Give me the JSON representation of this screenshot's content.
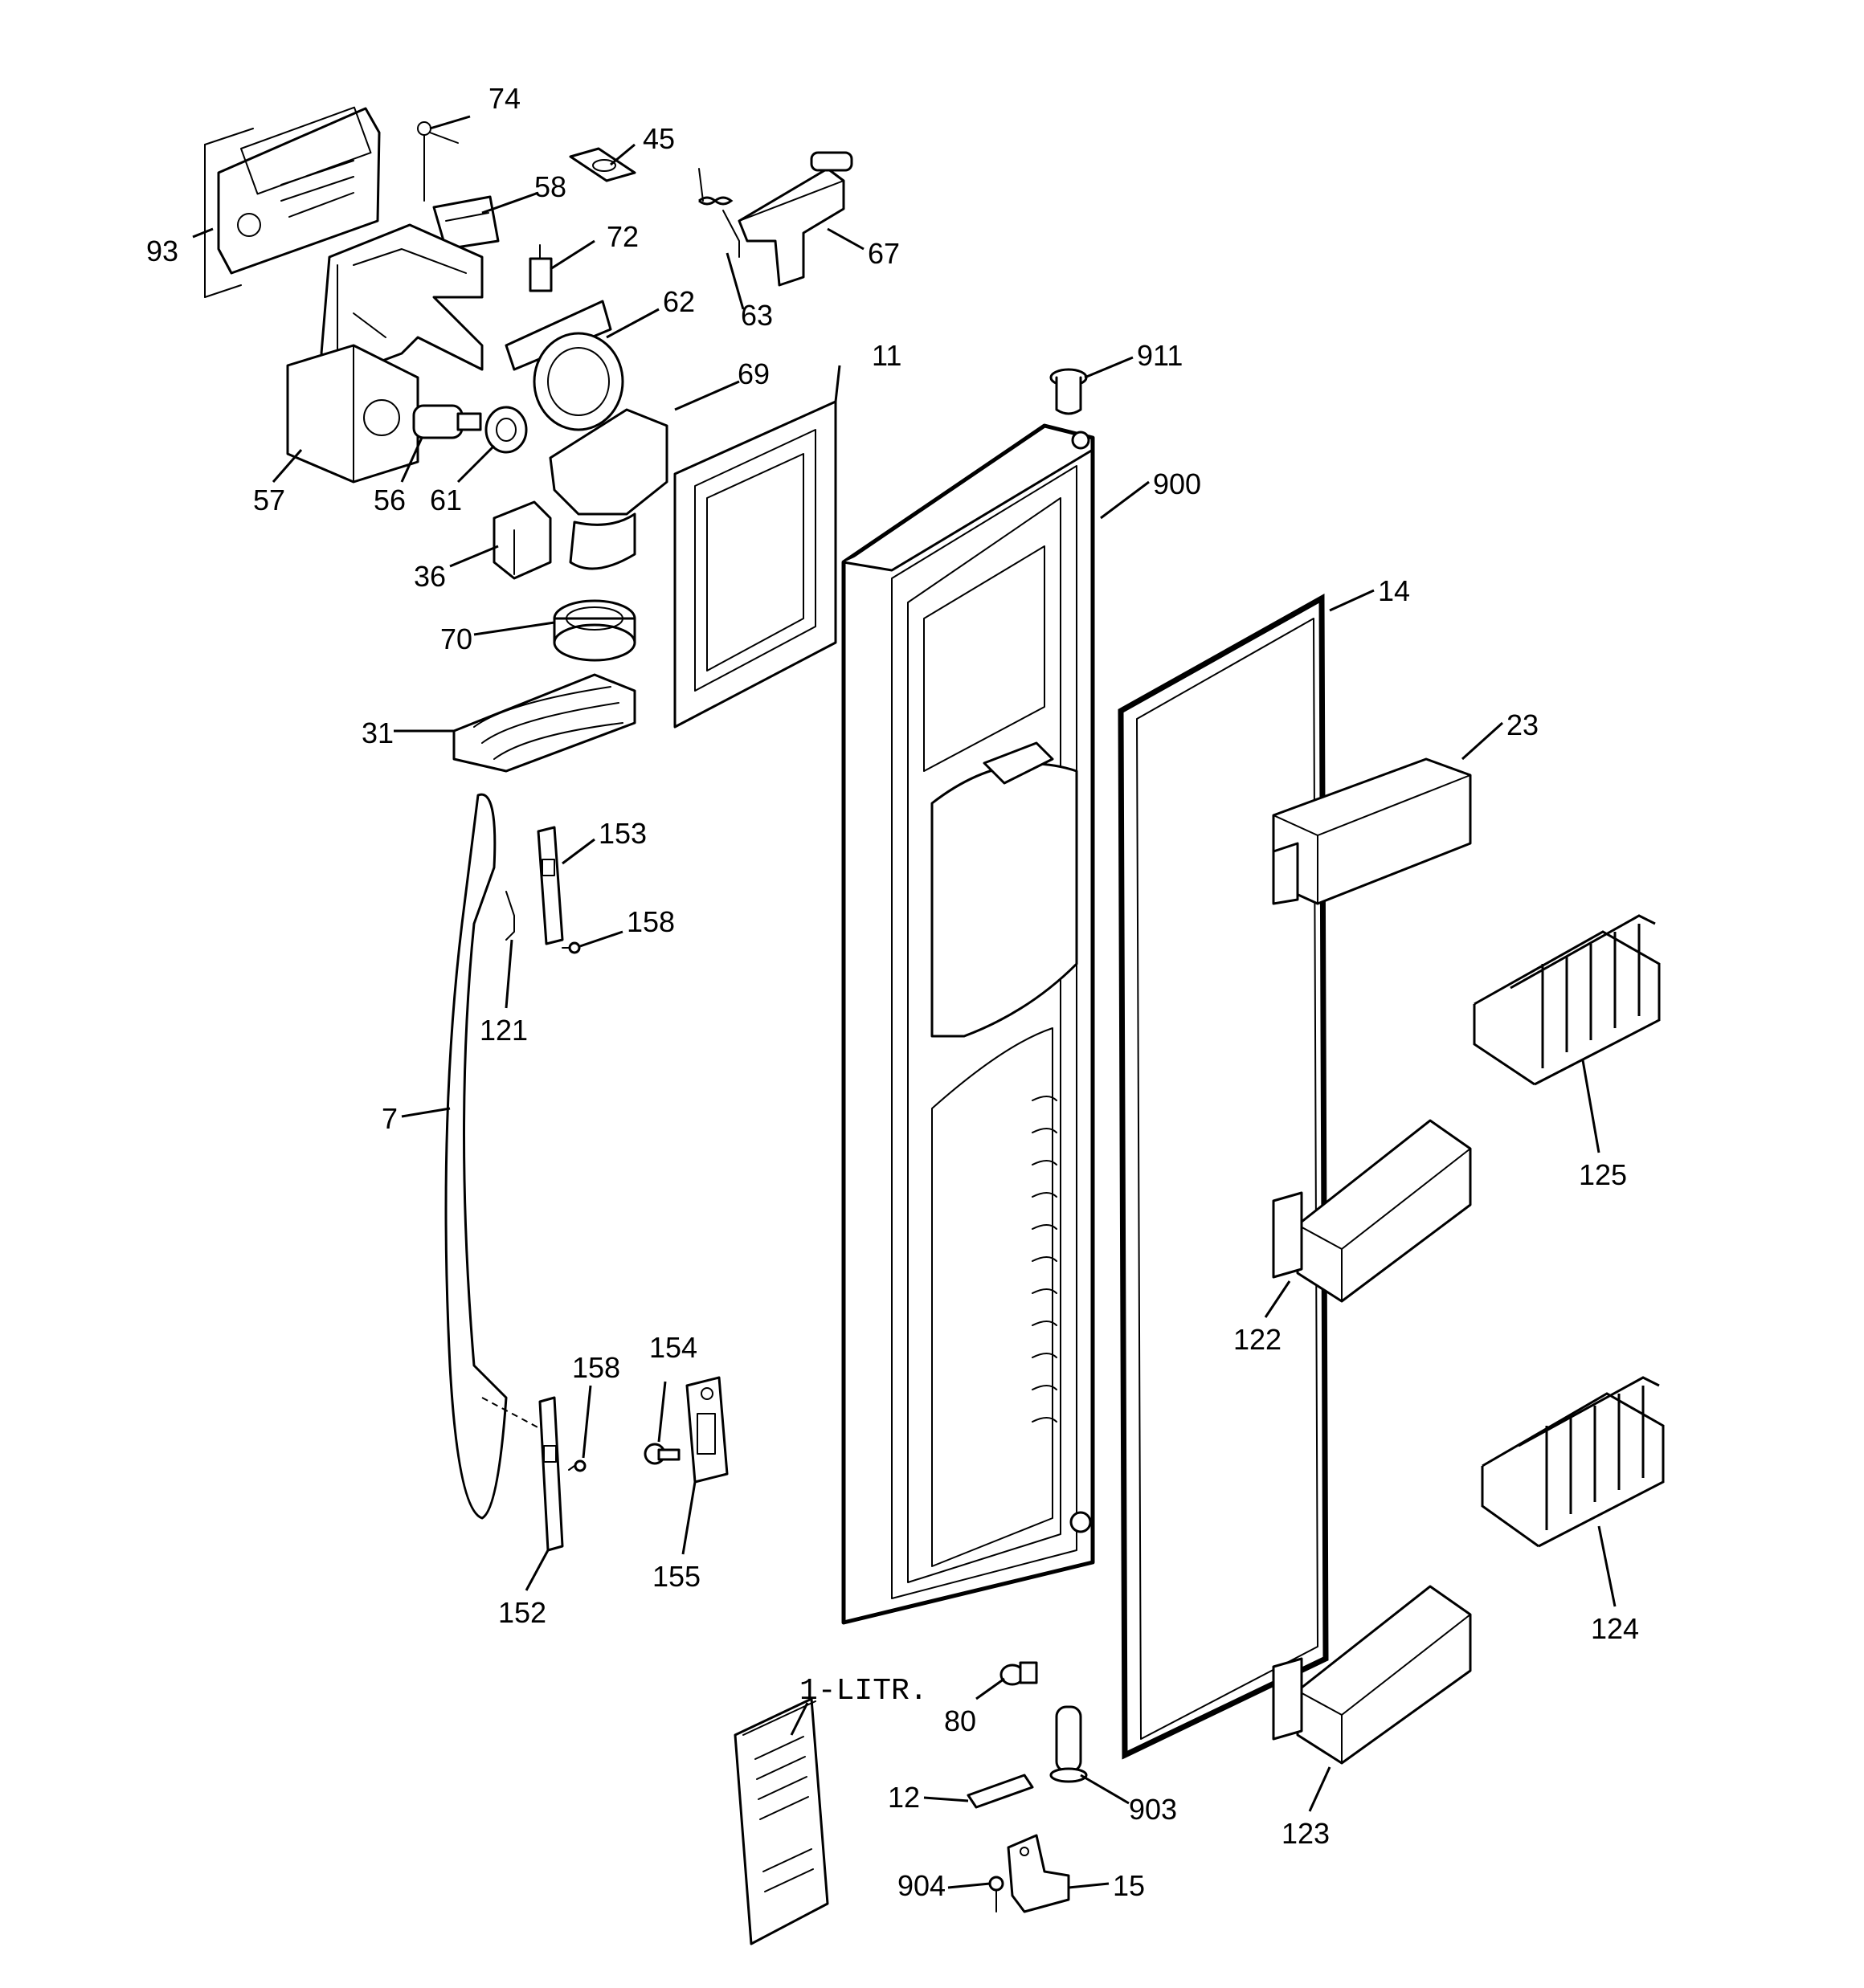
{
  "callouts": {
    "c74": "74",
    "c45": "45",
    "c58": "58",
    "c93": "93",
    "c72": "72",
    "c67": "67",
    "c63": "63",
    "c62": "62",
    "c11": "11",
    "c911": "911",
    "c69": "69",
    "c57": "57",
    "c56": "56",
    "c61": "61",
    "c900": "900",
    "c36": "36",
    "c14": "14",
    "c70": "70",
    "c31": "31",
    "c23": "23",
    "c153": "153",
    "c158a": "158",
    "c121": "121",
    "c125": "125",
    "c7": "7",
    "c122": "122",
    "c158b": "158",
    "c154": "154",
    "c155": "155",
    "c152": "152",
    "c124": "124",
    "c80": "80",
    "c1litr": "1-LITR.",
    "c903": "903",
    "c12": "12",
    "c123": "123",
    "c904": "904",
    "c15": "15"
  }
}
